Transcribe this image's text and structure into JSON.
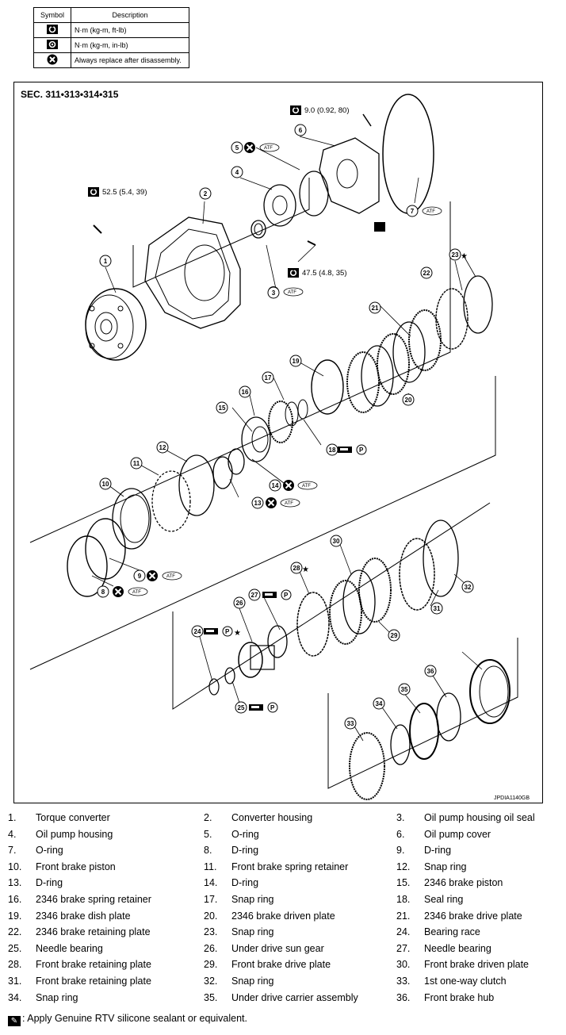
{
  "legend": {
    "headers": [
      "Symbol",
      "Description"
    ],
    "rows": [
      {
        "icon": "torque-ftlb-icon",
        "text": "N·m (kg-m, ft-lb)"
      },
      {
        "icon": "torque-inlb-icon",
        "text": "N·m (kg-m, in-lb)"
      },
      {
        "icon": "replace-icon",
        "text": "Always replace after disassembly."
      }
    ]
  },
  "diagram": {
    "section": "SEC. 311•313•314•315",
    "figure_id": "JPDIA1140GB",
    "torques": {
      "t9": "9.0 (0.92, 80)",
      "t52": "52.5 (5.4, 39)",
      "t47": "47.5 (4.8, 35)"
    },
    "atf": "ATF",
    "grease": "P",
    "star": "★",
    "callouts": [
      "1",
      "2",
      "3",
      "4",
      "5",
      "6",
      "7",
      "8",
      "9",
      "10",
      "11",
      "12",
      "13",
      "14",
      "15",
      "16",
      "17",
      "18",
      "19",
      "20",
      "21",
      "22",
      "23",
      "24",
      "25",
      "26",
      "27",
      "28",
      "29",
      "30",
      "31",
      "32",
      "33",
      "34",
      "35",
      "36"
    ]
  },
  "parts": [
    {
      "n": "1.",
      "name": "Torque converter"
    },
    {
      "n": "2.",
      "name": "Converter housing"
    },
    {
      "n": "3.",
      "name": "Oil pump housing oil seal"
    },
    {
      "n": "4.",
      "name": "Oil pump housing"
    },
    {
      "n": "5.",
      "name": "O-ring"
    },
    {
      "n": "6.",
      "name": "Oil pump cover"
    },
    {
      "n": "7.",
      "name": "O-ring"
    },
    {
      "n": "8.",
      "name": "D-ring"
    },
    {
      "n": "9.",
      "name": "D-ring"
    },
    {
      "n": "10.",
      "name": "Front brake piston"
    },
    {
      "n": "11.",
      "name": "Front brake spring retainer"
    },
    {
      "n": "12.",
      "name": "Snap ring"
    },
    {
      "n": "13.",
      "name": "D-ring"
    },
    {
      "n": "14.",
      "name": "D-ring"
    },
    {
      "n": "15.",
      "name": "2346 brake piston"
    },
    {
      "n": "16.",
      "name": "2346 brake spring retainer"
    },
    {
      "n": "17.",
      "name": "Snap ring"
    },
    {
      "n": "18.",
      "name": "Seal ring"
    },
    {
      "n": "19.",
      "name": "2346 brake dish plate"
    },
    {
      "n": "20.",
      "name": "2346 brake driven plate"
    },
    {
      "n": "21.",
      "name": "2346 brake drive plate"
    },
    {
      "n": "22.",
      "name": "2346 brake retaining plate"
    },
    {
      "n": "23.",
      "name": "Snap ring"
    },
    {
      "n": "24.",
      "name": "Bearing race"
    },
    {
      "n": "25.",
      "name": "Needle bearing"
    },
    {
      "n": "26.",
      "name": "Under drive sun gear"
    },
    {
      "n": "27.",
      "name": "Needle bearing"
    },
    {
      "n": "28.",
      "name": "Front brake retaining plate"
    },
    {
      "n": "29.",
      "name": "Front brake drive plate"
    },
    {
      "n": "30.",
      "name": "Front brake driven plate"
    },
    {
      "n": "31.",
      "name": "Front brake retaining plate"
    },
    {
      "n": "32.",
      "name": "Snap ring"
    },
    {
      "n": "33.",
      "name": "1st one-way clutch"
    },
    {
      "n": "34.",
      "name": "Snap ring"
    },
    {
      "n": "35.",
      "name": "Under drive carrier assembly"
    },
    {
      "n": "36.",
      "name": "Front brake hub"
    }
  ],
  "note": {
    "icon": "sealant-icon",
    "text": ": Apply Genuine RTV silicone sealant or equivalent."
  }
}
